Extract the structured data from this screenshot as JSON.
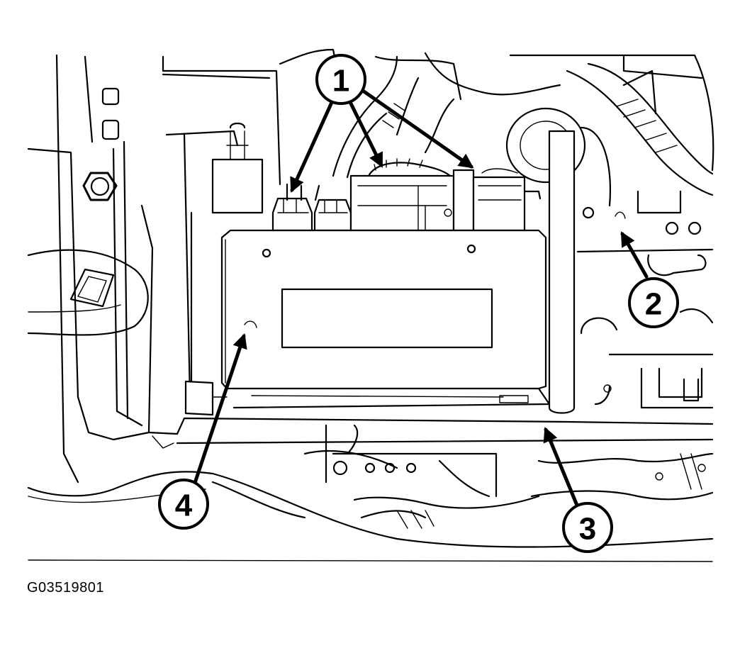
{
  "figure": {
    "id_code": "G03519801"
  },
  "callouts": [
    {
      "label": "1"
    },
    {
      "label": "2"
    },
    {
      "label": "3"
    },
    {
      "label": "4"
    }
  ],
  "colors": {
    "line": "#000000",
    "background": "#ffffff"
  }
}
